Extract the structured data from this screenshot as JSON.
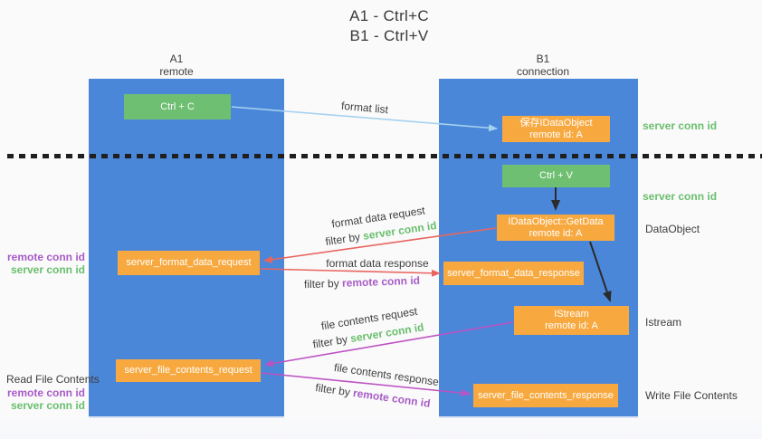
{
  "title": {
    "line1": "A1 - Ctrl+C",
    "line2": "B1 - Ctrl+V"
  },
  "lifelines": {
    "a1": {
      "name": "A1",
      "role": "remote"
    },
    "b1": {
      "name": "B1",
      "role": "connection"
    }
  },
  "nodes": {
    "ctrl_c": {
      "label": "Ctrl + C"
    },
    "save_dataobject": {
      "line1": "保存IDataObject",
      "line2": "remote id: A"
    },
    "ctrl_v": {
      "label": "Ctrl + V"
    },
    "getdata": {
      "line1": "IDataObject::GetData",
      "line2": "remote id: A"
    },
    "format_request": {
      "label": "server_format_data_request"
    },
    "format_response": {
      "label": "server_format_data_response"
    },
    "istream": {
      "line1": "IStream",
      "line2": "remote id: A"
    },
    "file_request": {
      "label": "server_file_contents_request"
    },
    "file_response": {
      "label": "server_file_contents_response"
    }
  },
  "arrows": {
    "format_list": {
      "label": "format list"
    },
    "format_data_request": {
      "label": "format data request",
      "filter_prefix": "filter by",
      "filter_key": "server conn id"
    },
    "format_data_response": {
      "label": "format data response",
      "filter_prefix": "filter by",
      "filter_key": "remote conn id"
    },
    "file_contents_request": {
      "label": "file contents request",
      "filter_prefix": "filter by",
      "filter_key": "server conn id"
    },
    "file_contents_response": {
      "label": "file contents response",
      "filter_prefix": "filter by",
      "filter_key": "remote conn id"
    }
  },
  "side_labels": {
    "server_conn_id_top": "server conn id",
    "server_conn_id_mid": "server conn id",
    "dataobject": "DataObject",
    "istream": "Istream",
    "write_file_contents": "Write File Contents",
    "read_file_contents": "Read File Contents",
    "left_top": {
      "remote": "remote conn id",
      "server": "server conn id"
    },
    "left_bottom": {
      "remote": "remote conn id",
      "server": "server conn id"
    }
  },
  "colors": {
    "lifeline_blue": "#4b87d9",
    "action_green": "#6ebf72",
    "message_orange": "#f7a940",
    "arrow_blue": "#a5d2ee",
    "arrow_red": "#e8655f",
    "arrow_purple": "#bd53c3",
    "arrow_black": "#2b2b2b",
    "text_green": "#6abf6e",
    "text_purple": "#a85cc8"
  }
}
